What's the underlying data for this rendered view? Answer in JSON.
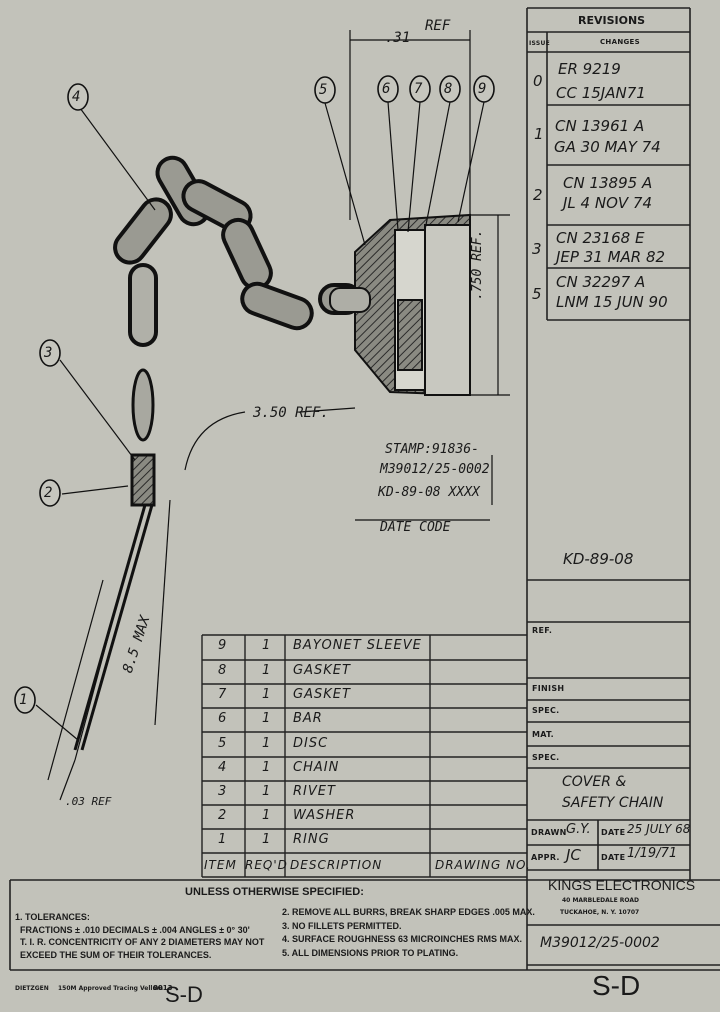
{
  "balloons": {
    "b1": "1",
    "b2": "2",
    "b3": "3",
    "b4": "4",
    "b5": "5",
    "b6": "6",
    "b7": "7",
    "b8": "8",
    "b9": "9"
  },
  "dims": {
    "top": ".31",
    "top_ref": "REF",
    "vertical": ".750 REF.",
    "length": "3.50 REF.",
    "max": "8.5 MAX",
    "small": ".03 REF"
  },
  "stamp": {
    "line1": "STAMP:91836-",
    "line2": "M39012/25-0002",
    "line3": "KD-89-08 XXXX",
    "date_code": "DATE CODE"
  },
  "revisions": {
    "title": "REVISIONS",
    "issue_header": "ISSUE",
    "changes_header": "CHANGES",
    "rows": [
      {
        "issue": "0",
        "line1": "ER 9219",
        "line2": "CC 15JAN71"
      },
      {
        "issue": "1",
        "line1": "CN 13961 A",
        "line2": "GA 30 MAY 74"
      },
      {
        "issue": "2",
        "line1": "CN 13895 A",
        "line2": "JL 4 NOV 74"
      },
      {
        "issue": "3",
        "line1": "CN 23168 E",
        "line2": "JEP 31 MAR 82"
      },
      {
        "issue": "5",
        "line1": "CN 32297 A",
        "line2": "LNM 15 JUN 90"
      }
    ]
  },
  "titleblock": {
    "ref_number": "KD-89-08",
    "ref_label": "REF.",
    "finish_label": "FINISH",
    "spec_label": "SPEC.",
    "mat_label": "MAT.",
    "spec2_label": "SPEC.",
    "part_title_1": "COVER &",
    "part_title_2": "SAFETY CHAIN",
    "drawn_label": "DRAWN",
    "drawn_by": "G.Y.",
    "date_label": "DATE",
    "drawn_date": "25 JULY 68",
    "approved_label": "APPR.",
    "approved_by": "JC",
    "approved_date": "1/19/71"
  },
  "company": {
    "name": "KINGS ELECTRONICS",
    "address1": "40 MARBLEDALE ROAD",
    "address2": "TUCKAHOE, N. Y. 10707",
    "drawing_number": "M39012/25-0002",
    "size": "S-D"
  },
  "bom": {
    "header": {
      "item": "ITEM",
      "reqd": "REQ'D",
      "description": "DESCRIPTION",
      "drawing_no": "DRAWING NO."
    },
    "rows": [
      {
        "item": "9",
        "qty": "1",
        "desc": "BAYONET SLEEVE"
      },
      {
        "item": "8",
        "qty": "1",
        "desc": "GASKET"
      },
      {
        "item": "7",
        "qty": "1",
        "desc": "GASKET"
      },
      {
        "item": "6",
        "qty": "1",
        "desc": "BAR"
      },
      {
        "item": "5",
        "qty": "1",
        "desc": "DISC"
      },
      {
        "item": "4",
        "qty": "1",
        "desc": "CHAIN"
      },
      {
        "item": "3",
        "qty": "1",
        "desc": "RIVET"
      },
      {
        "item": "2",
        "qty": "1",
        "desc": "WASHER"
      },
      {
        "item": "1",
        "qty": "1",
        "desc": "RING"
      }
    ]
  },
  "notes": {
    "heading": "UNLESS OTHERWISE SPECIFIED:",
    "tolerances": "1. TOLERANCES:",
    "fractions": "FRACTIONS ± .010 DECIMALS ± .004 ANGLES ± 0° 30'",
    "concentricity": "T. I. R. CONCENTRICITY OF ANY 2 DIAMETERS MAY NOT",
    "exceed": "EXCEED THE SUM OF THEIR TOLERANCES.",
    "n2": "2. REMOVE ALL BURRS, BREAK SHARP EDGES .005 MAX.",
    "n3": "3. NO FILLETS PERMITTED.",
    "n4": "4. SURFACE ROUGHNESS 63 MICROINCHES RMS MAX.",
    "n5": "5. ALL DIMENSIONS PRIOR TO PLATING."
  },
  "footer": {
    "vendor": "DIETZGEN",
    "paper": "150M Approved Tracing Vellum",
    "code": "8013",
    "size": "S-D"
  }
}
